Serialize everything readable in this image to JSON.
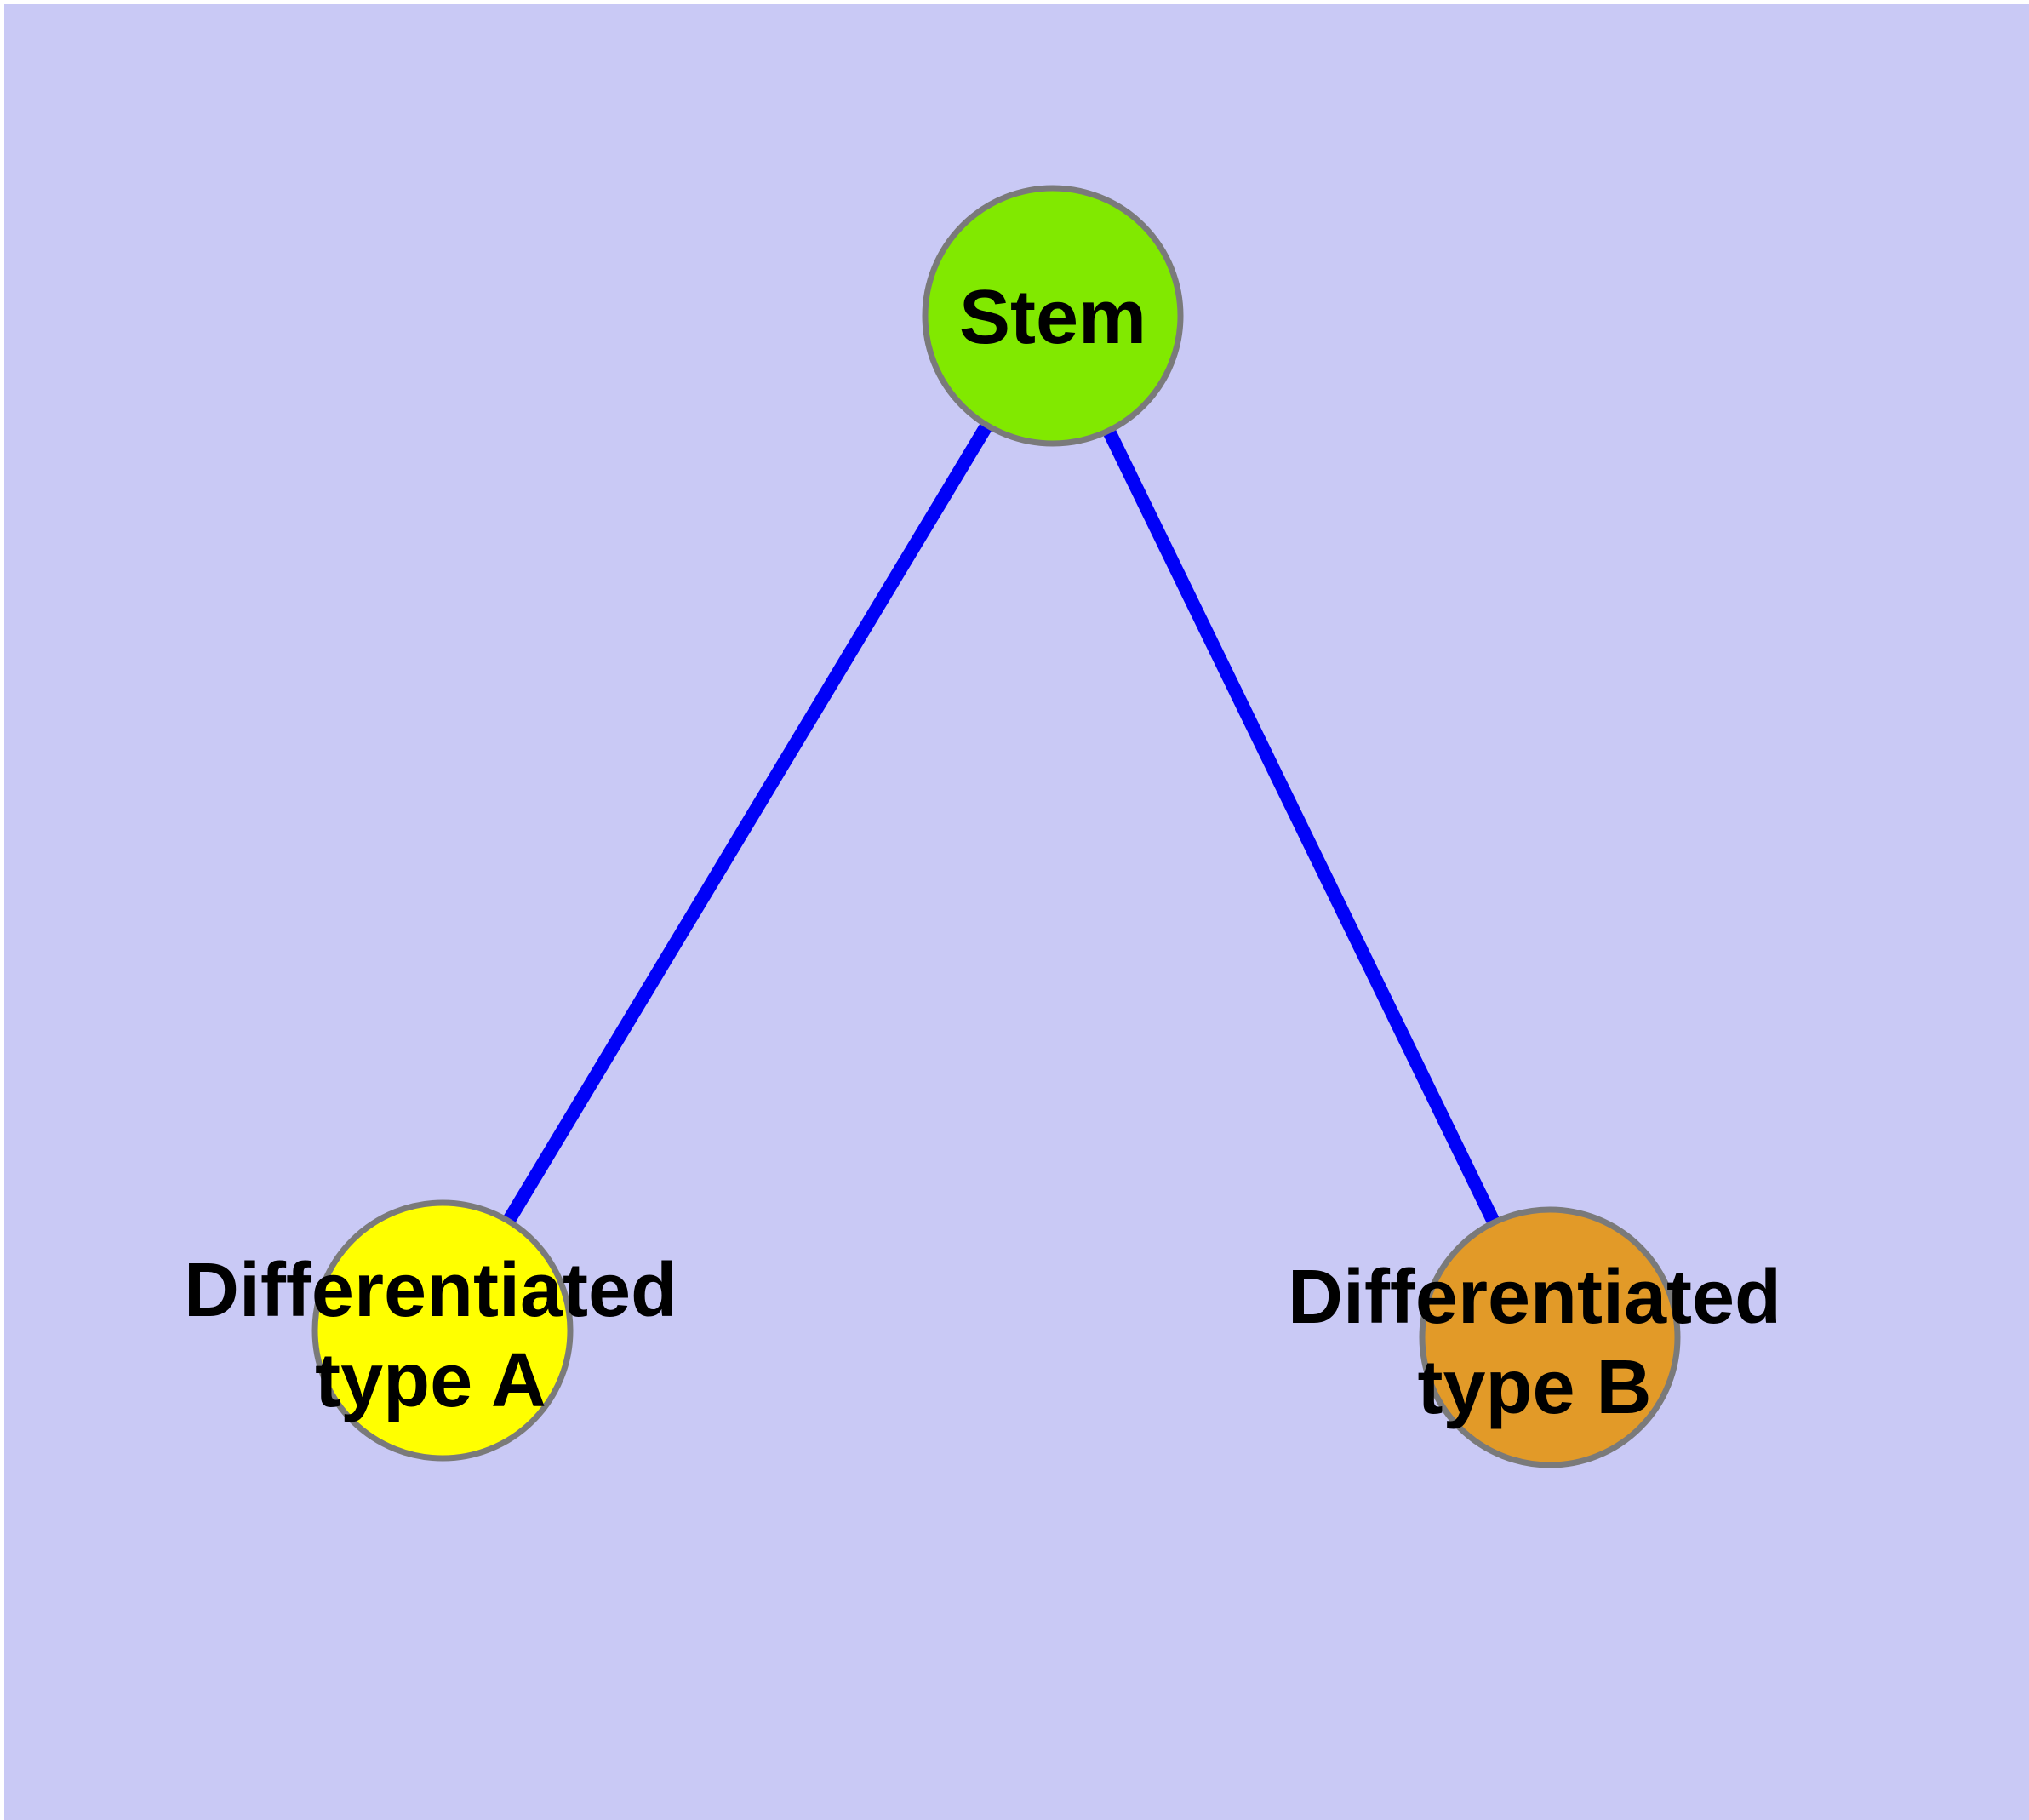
{
  "figure": {
    "kind": "node-link-diagram",
    "background_color": "#C9C9F5",
    "frame_color": "#FFFFFF",
    "edge_color": "#0000F8",
    "node_border_color": "#7A7A7A",
    "label_color": "#000000",
    "nodes": {
      "stem": {
        "label": "Stem",
        "fill": "#81E900"
      },
      "type_a": {
        "line1": "Differentiated",
        "line2": "type A",
        "fill": "#FFFF00"
      },
      "type_b": {
        "line1": "Differentiated",
        "line2": "type B",
        "fill": "#E29A28"
      }
    },
    "edges": [
      {
        "from": "Stem",
        "to": "Differentiated type A"
      },
      {
        "from": "Stem",
        "to": "Differentiated type B"
      }
    ]
  }
}
